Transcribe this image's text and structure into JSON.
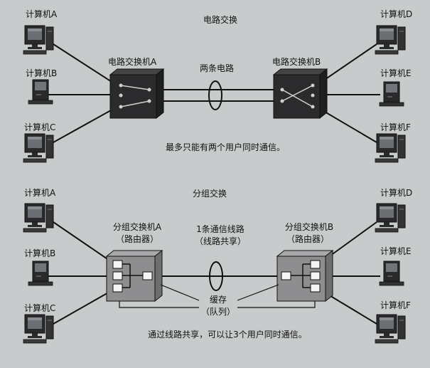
{
  "top": {
    "title": "电路交换",
    "switch_a": "电路交换机A",
    "switch_b": "电路交换机B",
    "lines_label": "两条电路",
    "caption": "最多只能有两个用户同时通信。",
    "computers": [
      "计算机A",
      "计算机B",
      "计算机C",
      "计算机D",
      "计算机E",
      "计算机F"
    ]
  },
  "bottom": {
    "title": "分组交换",
    "switch_a_line1": "分组交换机A",
    "switch_a_line2": "（路由器）",
    "switch_b_line1": "分组交换机B",
    "switch_b_line2": "（路由器）",
    "line_label1": "1条通信线路",
    "line_label2": "（线路共享）",
    "buffer_label1": "缓存",
    "buffer_label2": "（队列）",
    "caption": "通过线路共享，可以让3个用户同时通信。",
    "computers": [
      "计算机A",
      "计算机B",
      "计算机C",
      "计算机D",
      "计算机E",
      "计算机F"
    ]
  },
  "colors": {
    "background": "#c8cbcc",
    "circuit_switch": "#2b2b2d",
    "packet_switch": "#8e8e90",
    "line": "#111111"
  }
}
